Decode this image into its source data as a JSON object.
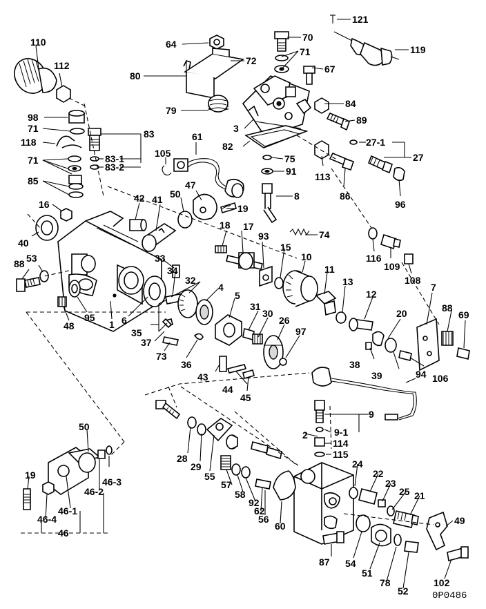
{
  "drawing_code": "0P0486",
  "callouts": [
    {
      "id": "c1",
      "text": "121"
    },
    {
      "id": "c2",
      "text": "119"
    },
    {
      "id": "c3",
      "text": "110"
    },
    {
      "id": "c4",
      "text": "112"
    },
    {
      "id": "c5",
      "text": "64"
    },
    {
      "id": "c6",
      "text": "70"
    },
    {
      "id": "c7",
      "text": "72"
    },
    {
      "id": "c8",
      "text": "71"
    },
    {
      "id": "c9",
      "text": "80"
    },
    {
      "id": "c10",
      "text": "67"
    },
    {
      "id": "c11",
      "text": "79"
    },
    {
      "id": "c12",
      "text": "84"
    },
    {
      "id": "c13",
      "text": "89"
    },
    {
      "id": "c14",
      "text": "98"
    },
    {
      "id": "c15",
      "text": "71"
    },
    {
      "id": "c16",
      "text": "83"
    },
    {
      "id": "c17",
      "text": "118"
    },
    {
      "id": "c18",
      "text": "3"
    },
    {
      "id": "c19",
      "text": "82"
    },
    {
      "id": "c20",
      "text": "27-1"
    },
    {
      "id": "c21",
      "text": "27"
    },
    {
      "id": "c22",
      "text": "61"
    },
    {
      "id": "c23",
      "text": "105"
    },
    {
      "id": "c24",
      "text": "83-1"
    },
    {
      "id": "c25",
      "text": "83-2"
    },
    {
      "id": "c26",
      "text": "71"
    },
    {
      "id": "c27",
      "text": "75"
    },
    {
      "id": "c28",
      "text": "91"
    },
    {
      "id": "c29",
      "text": "113"
    },
    {
      "id": "c30",
      "text": "85"
    },
    {
      "id": "c31",
      "text": "47"
    },
    {
      "id": "c32",
      "text": "8"
    },
    {
      "id": "c33",
      "text": "86"
    },
    {
      "id": "c34",
      "text": "96"
    },
    {
      "id": "c35",
      "text": "42"
    },
    {
      "id": "c36",
      "text": "41"
    },
    {
      "id": "c37",
      "text": "50"
    },
    {
      "id": "c38",
      "text": "16"
    },
    {
      "id": "c39",
      "text": "19"
    },
    {
      "id": "c40",
      "text": "18"
    },
    {
      "id": "c41",
      "text": "17"
    },
    {
      "id": "c42",
      "text": "74"
    },
    {
      "id": "c43",
      "text": "40"
    },
    {
      "id": "c44",
      "text": "93"
    },
    {
      "id": "c45",
      "text": "15"
    },
    {
      "id": "c46",
      "text": "116"
    },
    {
      "id": "c47",
      "text": "109"
    },
    {
      "id": "c48",
      "text": "108"
    },
    {
      "id": "c49",
      "text": "53"
    },
    {
      "id": "c50",
      "text": "33"
    },
    {
      "id": "c51",
      "text": "10"
    },
    {
      "id": "c52",
      "text": "11"
    },
    {
      "id": "c53",
      "text": "88"
    },
    {
      "id": "c54",
      "text": "34"
    },
    {
      "id": "c55",
      "text": "32"
    },
    {
      "id": "c56",
      "text": "4"
    },
    {
      "id": "c57",
      "text": "5"
    },
    {
      "id": "c58",
      "text": "13"
    },
    {
      "id": "c59",
      "text": "12"
    },
    {
      "id": "c60",
      "text": "7"
    },
    {
      "id": "c61",
      "text": "48"
    },
    {
      "id": "c62",
      "text": "95"
    },
    {
      "id": "c63",
      "text": "6"
    },
    {
      "id": "c64",
      "text": "1"
    },
    {
      "id": "c65",
      "text": "35"
    },
    {
      "id": "c66",
      "text": "31"
    },
    {
      "id": "c67",
      "text": "30"
    },
    {
      "id": "c68",
      "text": "26"
    },
    {
      "id": "c69",
      "text": "20"
    },
    {
      "id": "c70",
      "text": "88"
    },
    {
      "id": "c71",
      "text": "69"
    },
    {
      "id": "c72",
      "text": "37"
    },
    {
      "id": "c73",
      "text": "97"
    },
    {
      "id": "c74",
      "text": "73"
    },
    {
      "id": "c75",
      "text": "36"
    },
    {
      "id": "c76",
      "text": "38"
    },
    {
      "id": "c77",
      "text": "39"
    },
    {
      "id": "c78",
      "text": "94"
    },
    {
      "id": "c79",
      "text": "43"
    },
    {
      "id": "c80",
      "text": "44"
    },
    {
      "id": "c81",
      "text": "45"
    },
    {
      "id": "c82",
      "text": "106"
    },
    {
      "id": "c83",
      "text": "9"
    },
    {
      "id": "c84",
      "text": "9-1"
    },
    {
      "id": "c85",
      "text": "50"
    },
    {
      "id": "c86",
      "text": "2"
    },
    {
      "id": "c87",
      "text": "114"
    },
    {
      "id": "c88",
      "text": "115"
    },
    {
      "id": "c89",
      "text": "28"
    },
    {
      "id": "c90",
      "text": "29"
    },
    {
      "id": "c91",
      "text": "55"
    },
    {
      "id": "c92",
      "text": "24"
    },
    {
      "id": "c93",
      "text": "22"
    },
    {
      "id": "c94",
      "text": "46-3"
    },
    {
      "id": "c95",
      "text": "57"
    },
    {
      "id": "c96",
      "text": "58"
    },
    {
      "id": "c97",
      "text": "92"
    },
    {
      "id": "c98",
      "text": "23"
    },
    {
      "id": "c99",
      "text": "25"
    },
    {
      "id": "c100",
      "text": "21"
    },
    {
      "id": "c101",
      "text": "19"
    },
    {
      "id": "c102",
      "text": "46-2"
    },
    {
      "id": "c103",
      "text": "62"
    },
    {
      "id": "c104",
      "text": "46-1"
    },
    {
      "id": "c105",
      "text": "56"
    },
    {
      "id": "c106",
      "text": "60"
    },
    {
      "id": "c107",
      "text": "49"
    },
    {
      "id": "c108",
      "text": "46-4"
    },
    {
      "id": "c109",
      "text": "46"
    },
    {
      "id": "c110",
      "text": "87"
    },
    {
      "id": "c111",
      "text": "54"
    },
    {
      "id": "c112",
      "text": "51"
    },
    {
      "id": "c113",
      "text": "78"
    },
    {
      "id": "c114",
      "text": "52"
    },
    {
      "id": "c115",
      "text": "102"
    }
  ]
}
